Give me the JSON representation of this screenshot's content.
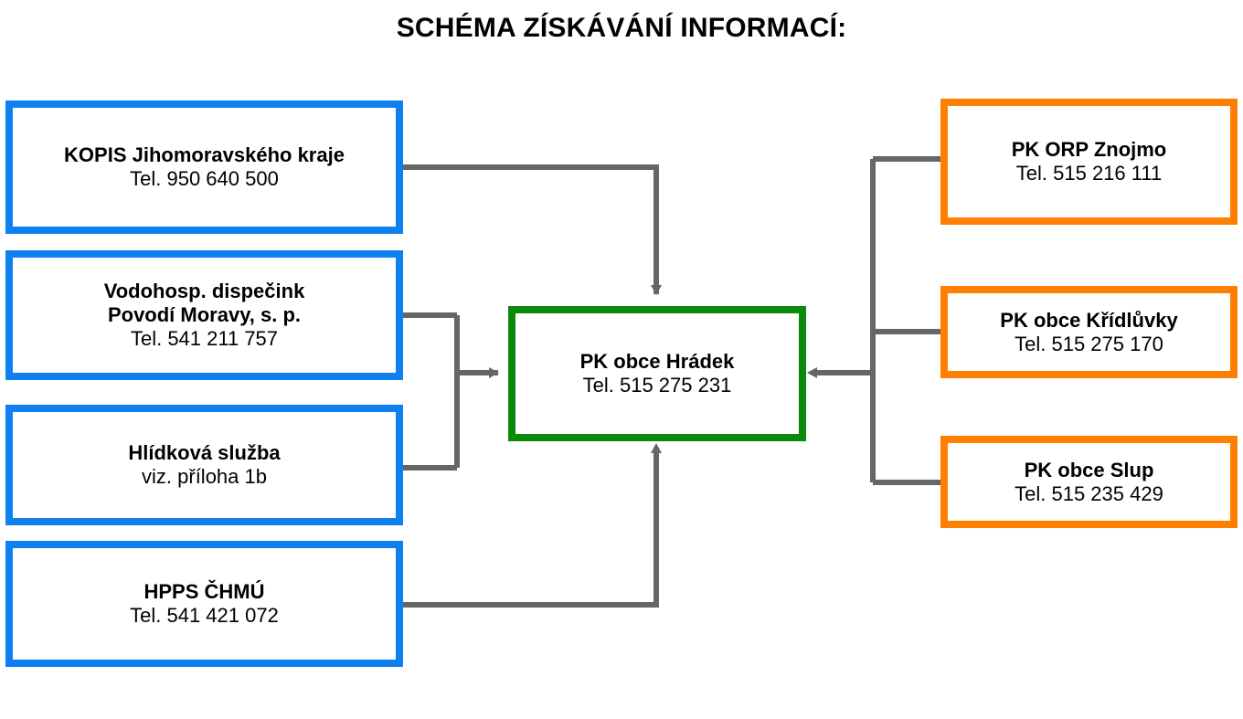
{
  "page": {
    "title": "SCHÉMA ZÍSKÁVÁNÍ INFORMACÍ:",
    "background": "#ffffff"
  },
  "colors": {
    "blue": "#0f80f0",
    "green": "#0a8a0a",
    "orange": "#ff8000",
    "connector": "#666666",
    "text": "#000000"
  },
  "sources_left": [
    {
      "title": "KOPIS Jihomoravského kraje",
      "subtitle": "Tel. 950 640 500"
    },
    {
      "title": "Vodohosp. dispečink",
      "title2": "Povodí Moravy, s. p.",
      "subtitle": "Tel. 541 211 757"
    },
    {
      "title": "Hlídková služba",
      "subtitle": "viz. příloha 1b"
    },
    {
      "title": "HPPS ČHMÚ",
      "subtitle": "Tel. 541 421 072"
    }
  ],
  "center": {
    "title": "PK obce Hrádek",
    "subtitle": "Tel. 515 275 231"
  },
  "sources_right": [
    {
      "title": "PK ORP Znojmo",
      "subtitle": "Tel. 515 216 111"
    },
    {
      "title": "PK obce Křídlůvky",
      "subtitle": "Tel. 515 275 170"
    },
    {
      "title": "PK obce Slup",
      "subtitle": "Tel. 515 235 429"
    }
  ],
  "chart_data": {
    "type": "diagram",
    "title": "SCHÉMA ZÍSKÁVÁNÍ INFORMACÍ:",
    "nodes": [
      {
        "id": "kopis",
        "label": "KOPIS Jihomoravského kraje",
        "detail": "Tel. 950 640 500",
        "color": "#0f80f0",
        "side": "left"
      },
      {
        "id": "povodi",
        "label": "Vodohosp. dispečink Povodí Moravy, s. p.",
        "detail": "Tel. 541 211 757",
        "color": "#0f80f0",
        "side": "left"
      },
      {
        "id": "hlidka",
        "label": "Hlídková služba",
        "detail": "viz. příloha 1b",
        "color": "#0f80f0",
        "side": "left"
      },
      {
        "id": "hpps",
        "label": "HPPS ČHMÚ",
        "detail": "Tel. 541 421 072",
        "color": "#0f80f0",
        "side": "left"
      },
      {
        "id": "hradek",
        "label": "PK obce Hrádek",
        "detail": "Tel. 515 275 231",
        "color": "#0a8a0a",
        "side": "center"
      },
      {
        "id": "znojmo",
        "label": "PK ORP Znojmo",
        "detail": "Tel. 515 216 111",
        "color": "#ff8000",
        "side": "right"
      },
      {
        "id": "kridluvky",
        "label": "PK obce Křídlůvky",
        "detail": "Tel. 515 275 170",
        "color": "#ff8000",
        "side": "right"
      },
      {
        "id": "slup",
        "label": "PK obce Slup",
        "detail": "Tel. 515 235 429",
        "color": "#ff8000",
        "side": "right"
      }
    ],
    "edges": [
      {
        "from": "kopis",
        "to": "hradek",
        "enters": "top"
      },
      {
        "from": "povodi",
        "to": "hradek",
        "enters": "left"
      },
      {
        "from": "hlidka",
        "to": "hradek",
        "enters": "left"
      },
      {
        "from": "hpps",
        "to": "hradek",
        "enters": "bottom"
      },
      {
        "from": "znojmo",
        "to": "hradek",
        "enters": "right"
      },
      {
        "from": "kridluvky",
        "to": "hradek",
        "enters": "right"
      },
      {
        "from": "slup",
        "to": "hradek",
        "enters": "right"
      }
    ]
  }
}
